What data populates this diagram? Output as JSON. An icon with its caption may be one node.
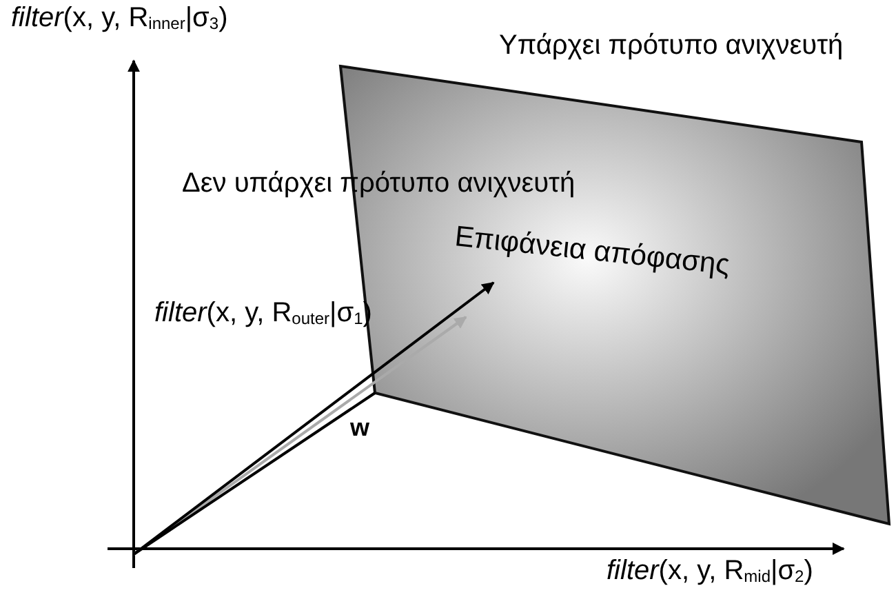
{
  "diagram": {
    "nodes": [
      {
        "text": [
          "Επιφάνεια απόφασης"
        ]
      }
    ],
    "labels": [
      "*filter*(x, y, R$_{inner}$|σ$_{3}$)",
      "Υπάρχει πρότυπο ανιχνευτή",
      "Δεν υπάρχει πρότυπο ανιχνευτή",
      "*filter*(x, y, R$_{outer}$|σ$_{1}$)",
      "w",
      "*filter*(x, y, R$_{mid}$|σ$_{2}$)"
    ]
  }
}
